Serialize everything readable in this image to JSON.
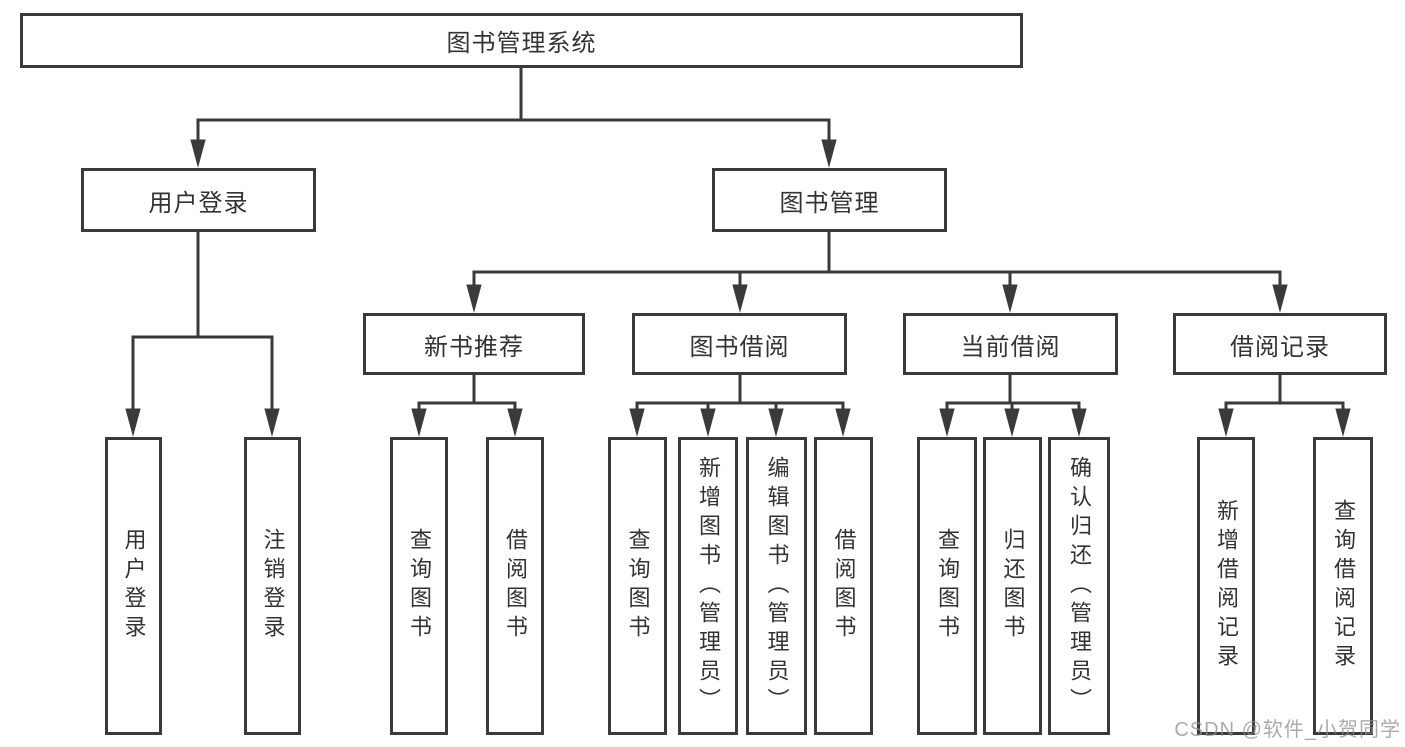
{
  "diagram": {
    "line_color": "#3a3a3a",
    "box_border_color": "#3a3a3a",
    "text_color": "#333333"
  },
  "nodes": {
    "root": "图书管理系统",
    "level2": [
      {
        "label": "用户登录"
      },
      {
        "label": "图书管理"
      }
    ],
    "level3": [
      {
        "label": "新书推荐"
      },
      {
        "label": "图书借阅"
      },
      {
        "label": "当前借阅"
      },
      {
        "label": "借阅记录"
      }
    ],
    "leaves": {
      "user_login": [
        {
          "label": "用户登录"
        },
        {
          "label": "注销登录"
        }
      ],
      "new_books": [
        {
          "label": "查询图书"
        },
        {
          "label": "借阅图书"
        }
      ],
      "book_borrow": [
        {
          "label": "查询图书"
        },
        {
          "label": "新增图书（管理员）"
        },
        {
          "label": "编辑图书（管理员）"
        },
        {
          "label": "借阅图书"
        }
      ],
      "current_borrow": [
        {
          "label": "查询图书"
        },
        {
          "label": "归还图书"
        },
        {
          "label": "确认归还（管理员）"
        }
      ],
      "borrow_records": [
        {
          "label": "新增借阅记录"
        },
        {
          "label": "查询借阅记录"
        }
      ]
    }
  },
  "watermark": {
    "text": "CSDN @软件_小贺同学"
  }
}
